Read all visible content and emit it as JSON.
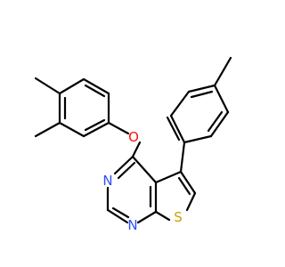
{
  "colors": {
    "bond": "#000000",
    "background": "#ffffff",
    "oxygen": "#ff0d0d",
    "nitrogen": "#3050f8",
    "sulfur": "#c8a000"
  },
  "atoms": {
    "oxygen": "O",
    "nitrogen_top": "N",
    "nitrogen_bottom": "N",
    "sulfur": "S"
  }
}
